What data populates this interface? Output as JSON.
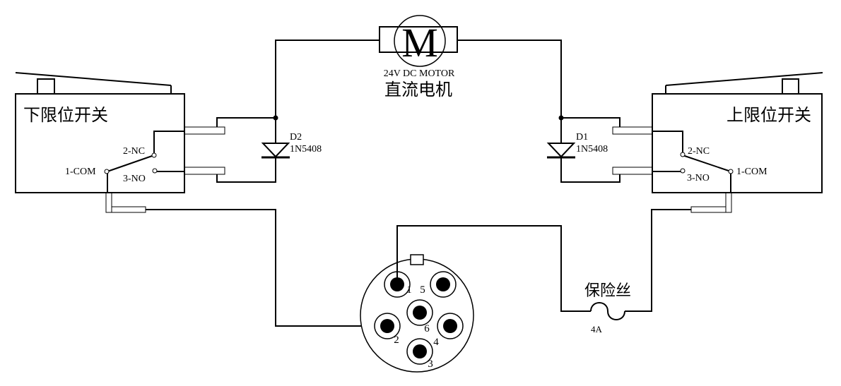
{
  "motor": {
    "symbol": "M",
    "spec": "24V DC MOTOR",
    "name_cn": "直流电机"
  },
  "lower_switch": {
    "name_cn": "下限位开关",
    "pins": {
      "nc": "2-NC",
      "com": "1-COM",
      "no": "3-NO"
    }
  },
  "upper_switch": {
    "name_cn": "上限位开关",
    "pins": {
      "nc": "2-NC",
      "com": "1-COM",
      "no": "3-NO"
    }
  },
  "diodes": [
    {
      "ref": "D2",
      "part": "1N5408"
    },
    {
      "ref": "D1",
      "part": "1N5408"
    }
  ],
  "connector": {
    "pins": [
      "1",
      "2",
      "3",
      "4",
      "5",
      "6"
    ]
  },
  "fuse": {
    "name_cn": "保险丝",
    "rating": "4A"
  }
}
